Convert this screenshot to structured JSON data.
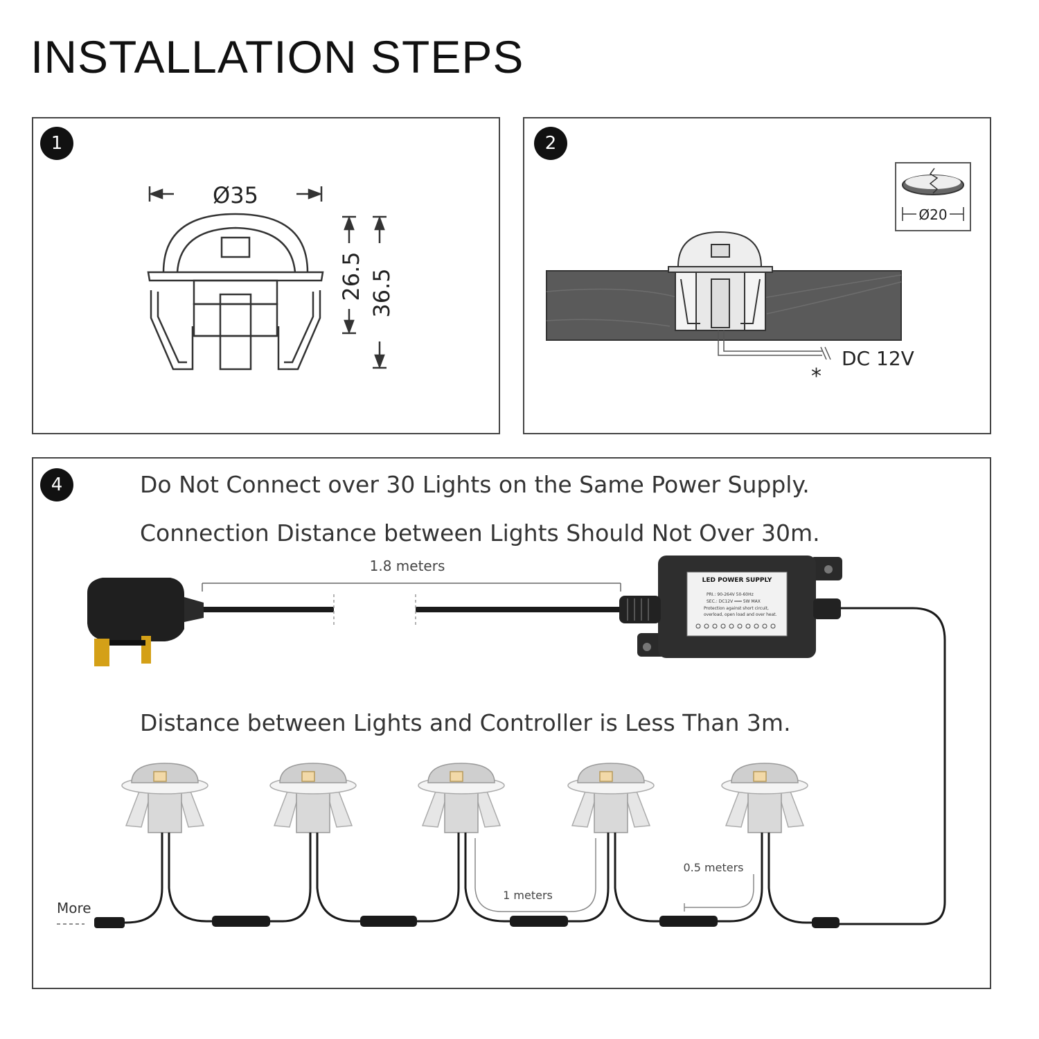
{
  "title": "INSTALLATION STEPS",
  "steps": [
    {
      "number": "1",
      "dimensions": {
        "diameter": "Ø35",
        "height_inner": "26.5",
        "height_total": "36.5"
      }
    },
    {
      "number": "2",
      "hole_diameter": "Ø20",
      "power_label": "DC 12V",
      "asterisk": "*"
    },
    {
      "number": "4",
      "notes": [
        "Do Not Connect over 30 Lights on the Same Power Supply.",
        "Connection Distance between Lights Should Not Over 30m.",
        "Distance between Lights and Controller is Less Than 3m."
      ],
      "cable_length_plug": "1.8 meters",
      "cable_length_between": "1 meters",
      "cable_length_lead": "0.5 meters",
      "more_label": "More",
      "power_supply": {
        "title": "LED POWER SUPPLY",
        "line1": "PRI.: 90-264V    50-60Hz",
        "line2": "SEC.: DC12V ═══ 5W MAX",
        "line3": "Protection against short circuit,",
        "line4": "overload, open load and over heat."
      }
    }
  ],
  "colors": {
    "line": "#333333",
    "cable": "#1a1a1a",
    "wood": "#555555",
    "led": "#f2d9a8",
    "pin": "#d4a017"
  }
}
